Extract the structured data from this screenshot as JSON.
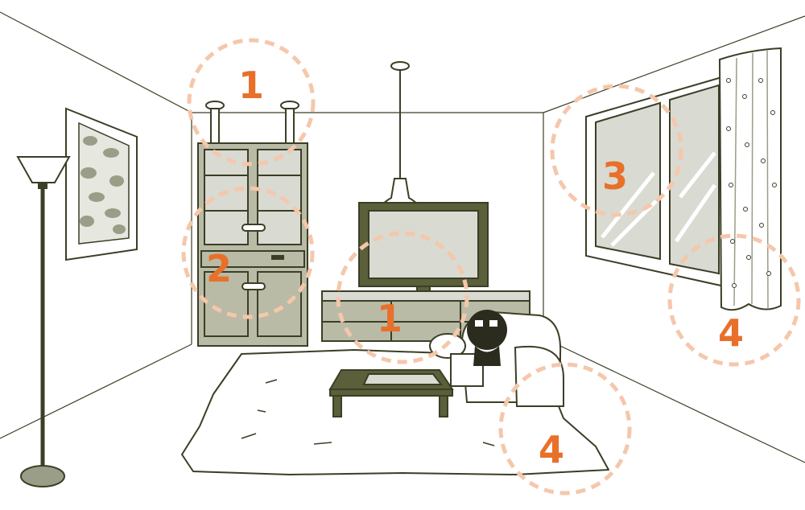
{
  "markers": [
    {
      "id": "ceiling-tension-poles",
      "label": "1"
    },
    {
      "id": "cabinet-door-locks",
      "label": "2"
    },
    {
      "id": "window-glass",
      "label": "3"
    },
    {
      "id": "curtain",
      "label": "4"
    },
    {
      "id": "tv-stand",
      "label": "1"
    },
    {
      "id": "rug-armchair",
      "label": "4"
    }
  ],
  "colors": {
    "outline": "#3a3f25",
    "marker_number": "#e8702a",
    "marker_ring": "#f5c7ab",
    "furniture_fill": "#b9bba6",
    "glass_fill": "#d9dad2"
  }
}
